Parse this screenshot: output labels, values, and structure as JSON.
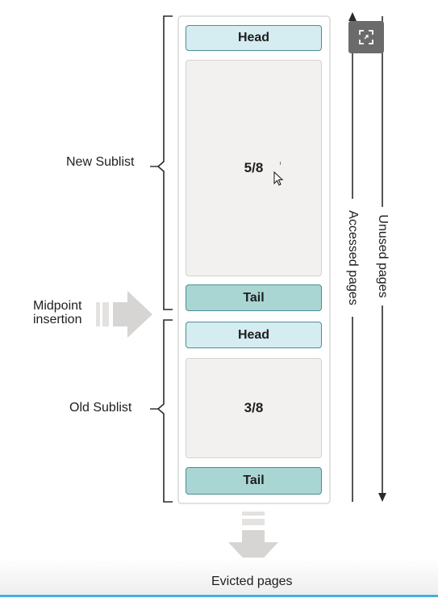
{
  "labels": {
    "new_sublist": "New Sublist",
    "old_sublist": "Old Sublist",
    "midpoint_line1": "Midpoint",
    "midpoint_line2": "insertion",
    "evicted": "Evicted pages",
    "accessed": "Accessed pages",
    "unused": "Unused pages"
  },
  "blocks": {
    "new_head": "Head",
    "new_body": "5/8",
    "new_tail": "Tail",
    "old_head": "Head",
    "old_body": "3/8",
    "old_tail": "Tail"
  },
  "colors": {
    "head_fill": "#d5ecf1",
    "tail_fill": "#a9d6d3",
    "body_fill": "#f2f1f0",
    "border": "#4f8d93",
    "arrow_gray": "#d6d5d3",
    "expand_button": "#6b6b6b"
  },
  "icons": {
    "expand": "expand-icon",
    "cursor": "mouse-cursor-icon"
  }
}
